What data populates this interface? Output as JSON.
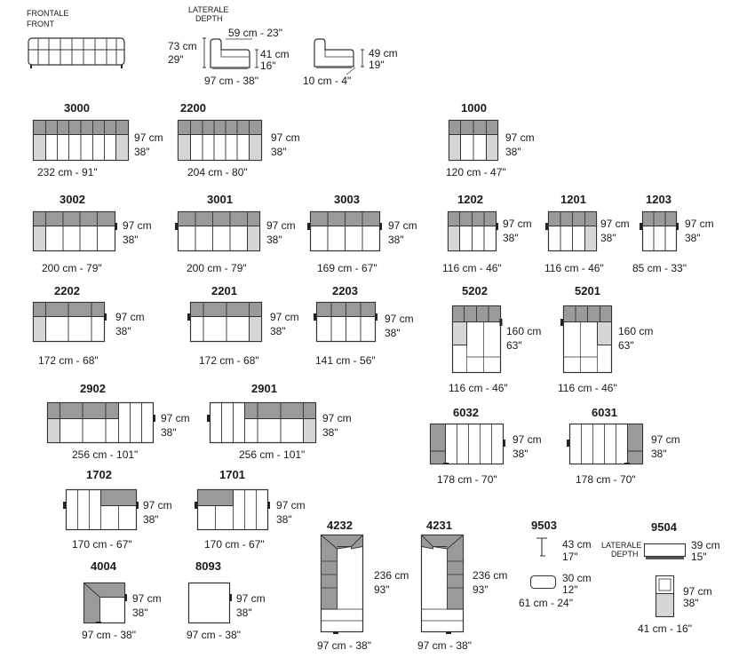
{
  "header": {
    "front_line1": "FRONTALE",
    "front_line2": "FRONT",
    "side_line1": "LATERALE",
    "side_line2": "DEPTH",
    "side_top": "59 cm - 23\"",
    "side_height_cm": "73 cm",
    "side_height_in": "29\"",
    "side_seat_cm": "41 cm",
    "side_seat_in": "16\"",
    "side_depth": "97 cm - 38\"",
    "side2_back_cm": "49 cm",
    "side2_back_in": "19\"",
    "side2_leg": "10 cm - 4\""
  },
  "modules": [
    {
      "id": "m3000",
      "code": "3000",
      "depth_cm": "97 cm",
      "depth_in": "38\"",
      "width": "232 cm - 91\""
    },
    {
      "id": "m2200",
      "code": "2200",
      "depth_cm": "97 cm",
      "depth_in": "38\"",
      "width": "204 cm - 80\""
    },
    {
      "id": "m1000",
      "code": "1000",
      "depth_cm": "97 cm",
      "depth_in": "38\"",
      "width": "120 cm - 47\""
    },
    {
      "id": "m3002",
      "code": "3002",
      "depth_cm": "97 cm",
      "depth_in": "38\"",
      "width": "200 cm - 79\""
    },
    {
      "id": "m3001",
      "code": "3001",
      "depth_cm": "97 cm",
      "depth_in": "38\"",
      "width": "200 cm - 79\""
    },
    {
      "id": "m3003",
      "code": "3003",
      "depth_cm": "97 cm",
      "depth_in": "38\"",
      "width": "169 cm - 67\""
    },
    {
      "id": "m1202",
      "code": "1202",
      "depth_cm": "97 cm",
      "depth_in": "38\"",
      "width": "116 cm - 46\""
    },
    {
      "id": "m1201",
      "code": "1201",
      "depth_cm": "97 cm",
      "depth_in": "38\"",
      "width": "116 cm - 46\""
    },
    {
      "id": "m1203",
      "code": "1203",
      "depth_cm": "97 cm",
      "depth_in": "38\"",
      "width": "85 cm - 33\""
    },
    {
      "id": "m2202",
      "code": "2202",
      "depth_cm": "97 cm",
      "depth_in": "38\"",
      "width": "172 cm - 68\""
    },
    {
      "id": "m2201",
      "code": "2201",
      "depth_cm": "97 cm",
      "depth_in": "38\"",
      "width": "172 cm - 68\""
    },
    {
      "id": "m2203",
      "code": "2203",
      "depth_cm": "97 cm",
      "depth_in": "38\"",
      "width": "141 cm - 56\""
    },
    {
      "id": "m5202",
      "code": "5202",
      "depth_cm": "160 cm",
      "depth_in": "63\"",
      "width": "116 cm - 46\""
    },
    {
      "id": "m5201",
      "code": "5201",
      "depth_cm": "160 cm",
      "depth_in": "63\"",
      "width": "116 cm - 46\""
    },
    {
      "id": "m2902",
      "code": "2902",
      "depth_cm": "97 cm",
      "depth_in": "38\"",
      "width": "256 cm - 101\""
    },
    {
      "id": "m2901",
      "code": "2901",
      "depth_cm": "97 cm",
      "depth_in": "38\"",
      "width": "256 cm - 101\""
    },
    {
      "id": "m6032",
      "code": "6032",
      "depth_cm": "97 cm",
      "depth_in": "38\"",
      "width": "178 cm - 70\""
    },
    {
      "id": "m6031",
      "code": "6031",
      "depth_cm": "97 cm",
      "depth_in": "38\"",
      "width": "178 cm - 70\""
    },
    {
      "id": "m1702",
      "code": "1702",
      "depth_cm": "97 cm",
      "depth_in": "38\"",
      "width": "170 cm - 67\""
    },
    {
      "id": "m1701",
      "code": "1701",
      "depth_cm": "97 cm",
      "depth_in": "38\"",
      "width": "170 cm - 67\""
    },
    {
      "id": "m4004",
      "code": "4004",
      "depth_cm": "97 cm",
      "depth_in": "38\"",
      "width": "97 cm - 38\""
    },
    {
      "id": "m8093",
      "code": "8093",
      "depth_cm": "97 cm",
      "depth_in": "38\"",
      "width": "97 cm - 38\""
    },
    {
      "id": "m4232",
      "code": "4232",
      "depth_cm": "236 cm",
      "depth_in": "93\"",
      "width": "97 cm - 38\""
    },
    {
      "id": "m4231",
      "code": "4231",
      "depth_cm": "236 cm",
      "depth_in": "93\"",
      "width": "97 cm - 38\""
    },
    {
      "id": "m9503",
      "code": "9503",
      "h_cm": "43 cm",
      "h_in": "17\"",
      "d_cm": "30 cm",
      "d_in": "12\"",
      "width": "61 cm - 24\""
    },
    {
      "id": "m9504",
      "code": "9504",
      "side_line1": "LATERALE",
      "side_line2": "DEPTH",
      "h_cm": "39 cm",
      "h_in": "15\"",
      "depth_cm": "97 cm",
      "depth_in": "38\"",
      "width": "41 cm - 16\""
    }
  ],
  "colors": {
    "line": "#333333",
    "back": "#9a9a9a",
    "arm": "#d6d6d6",
    "seat": "#ffffff",
    "leg": "#222222"
  }
}
